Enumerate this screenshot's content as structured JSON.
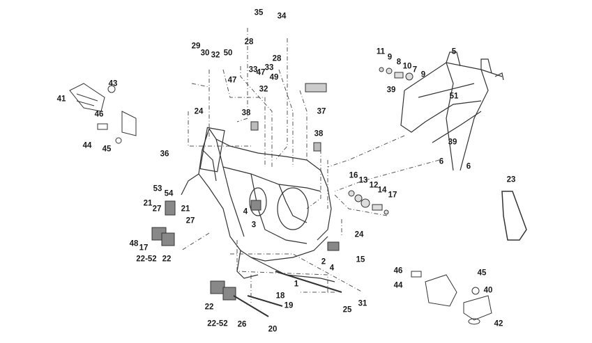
{
  "diagram": {
    "callouts": {
      "c34": "34",
      "c35": "35",
      "c28a": "28",
      "c28b": "28",
      "c29": "29",
      "c30": "30",
      "c32a": "32",
      "c50": "50",
      "c33a": "33",
      "c33b": "33",
      "c47a": "47",
      "c47b": "47",
      "c49": "49",
      "c32b": "32",
      "c37": "37",
      "c38a": "38",
      "c38b": "38",
      "c24a": "24",
      "c36": "36",
      "c11": "11",
      "c9a": "9",
      "c8": "8",
      "c10": "10",
      "c7": "7",
      "c9b": "9",
      "c5": "5",
      "c39a": "39",
      "c51": "51",
      "c39b": "39",
      "c6a": "6",
      "c6b": "6",
      "c41": "41",
      "c43": "43",
      "c46a": "46",
      "c44a": "44",
      "c45a": "45",
      "c16": "16",
      "c13": "13",
      "c12": "12",
      "c14": "14",
      "c17a": "17",
      "c23": "23",
      "c53": "53",
      "c54": "54",
      "c21a": "21",
      "c27a": "27",
      "c21b": "21",
      "c27b": "27",
      "c4a": "4",
      "c3": "3",
      "c48": "48",
      "c17b": "17",
      "c2252a": "22-52",
      "c22a": "22",
      "c24b": "24",
      "c15": "15",
      "c2": "2",
      "c4b": "4",
      "c1": "1",
      "c18": "18",
      "c19": "19",
      "c22b": "22",
      "c2252b": "22-52",
      "c26": "26",
      "c20": "20",
      "c25": "25",
      "c31": "31",
      "c46b": "46",
      "c44b": "44",
      "c45b": "45",
      "c40": "40",
      "c42": "42"
    }
  }
}
